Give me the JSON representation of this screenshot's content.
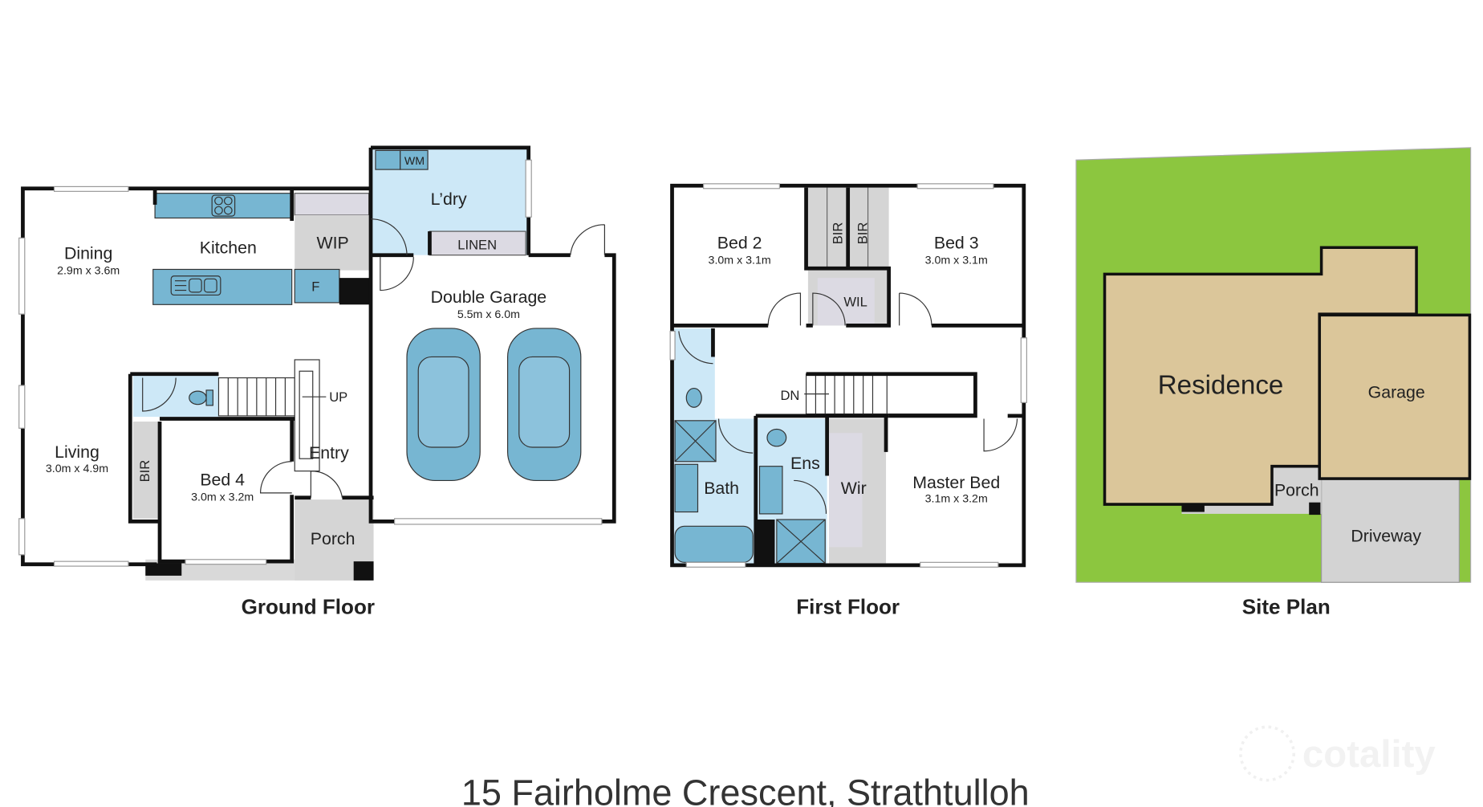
{
  "ground_floor": {
    "caption": "Ground Floor",
    "rooms": {
      "dining": {
        "name": "Dining",
        "size": "2.9m x 3.6m"
      },
      "kitchen": {
        "name": "Kitchen"
      },
      "wip": {
        "name": "WIP"
      },
      "fridge": {
        "name": "F"
      },
      "laundry": {
        "name": "L’dry"
      },
      "washing_machine": {
        "name": "WM"
      },
      "linen": {
        "name": "LINEN"
      },
      "garage": {
        "name": "Double Garage",
        "size": "5.5m x 6.0m"
      },
      "living": {
        "name": "Living",
        "size": "3.0m x 4.9m"
      },
      "bir": {
        "name": "BIR"
      },
      "bed4": {
        "name": "Bed 4",
        "size": "3.0m x 3.2m"
      },
      "entry": {
        "name": "Entry"
      },
      "porch": {
        "name": "Porch"
      },
      "stairs": {
        "name": "UP"
      }
    }
  },
  "first_floor": {
    "caption": "First Floor",
    "rooms": {
      "bed2": {
        "name": "Bed 2",
        "size": "3.0m x 3.1m"
      },
      "bed3": {
        "name": "Bed 3",
        "size": "3.0m x 3.1m"
      },
      "bir_left": {
        "name": "BIR"
      },
      "bir_right": {
        "name": "BIR"
      },
      "wil": {
        "name": "WIL"
      },
      "stairs": {
        "name": "DN"
      },
      "bath": {
        "name": "Bath"
      },
      "ens": {
        "name": "Ens"
      },
      "wir": {
        "name": "Wir"
      },
      "master": {
        "name": "Master Bed",
        "size": "3.1m x 3.2m"
      }
    }
  },
  "site_plan": {
    "caption": "Site Plan",
    "residence": "Residence",
    "garage": "Garage",
    "porch": "Porch",
    "driveway": "Driveway",
    "colors": {
      "lawn": "#8cc63f",
      "building": "#dbc69a",
      "paving": "#d3d3d3"
    }
  },
  "address": "15 Fairholme Crescent, Strathtulloh",
  "watermark": "cotality"
}
